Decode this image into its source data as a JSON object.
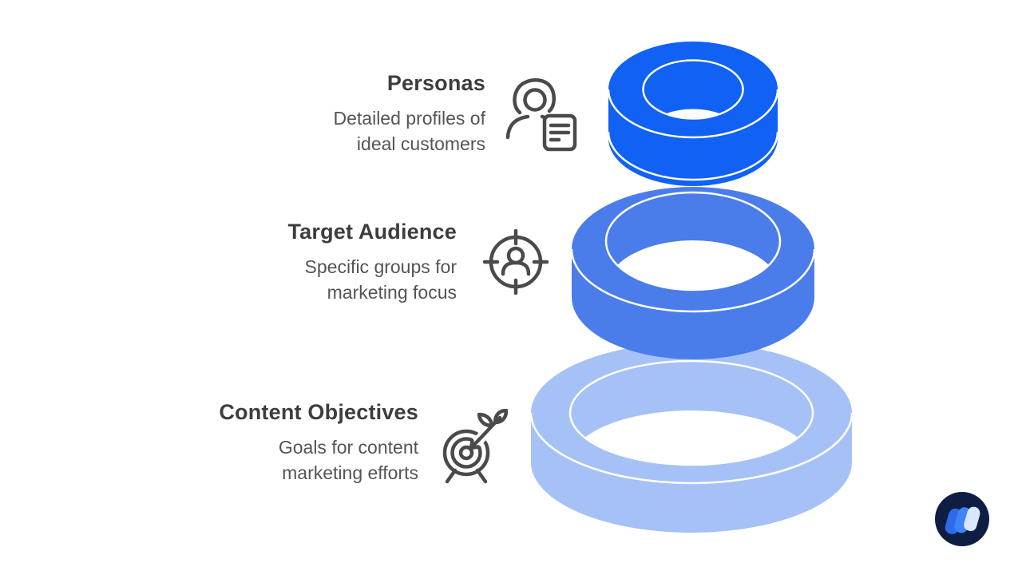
{
  "page": {
    "background": "#FFFFFF"
  },
  "funnel": {
    "items": [
      {
        "title": "Personas",
        "description": "Detailed profiles of\nideal customers",
        "icon": "persona-profile-icon",
        "ring_color": "#1161F4"
      },
      {
        "title": "Target Audience",
        "description": "Specific groups for\nmarketing focus",
        "icon": "audience-target-icon",
        "ring_color": "#4A7DE9"
      },
      {
        "title": "Content Objectives",
        "description": "Goals for content\nmarketing efforts",
        "icon": "goal-dartboard-icon",
        "ring_color": "#A6C1F6"
      }
    ],
    "ring_outline_color": "#FFFFFF",
    "hole_background": "#FFFFFF"
  },
  "text_colors": {
    "heading": "#3D3D3D",
    "body": "#545454",
    "icon_stroke": "#4A4A4A"
  },
  "logo": {
    "background": "#0E1E43",
    "petal_colors": [
      "#2E6BEC",
      "#3F84F8",
      "#D9E7FD"
    ]
  }
}
